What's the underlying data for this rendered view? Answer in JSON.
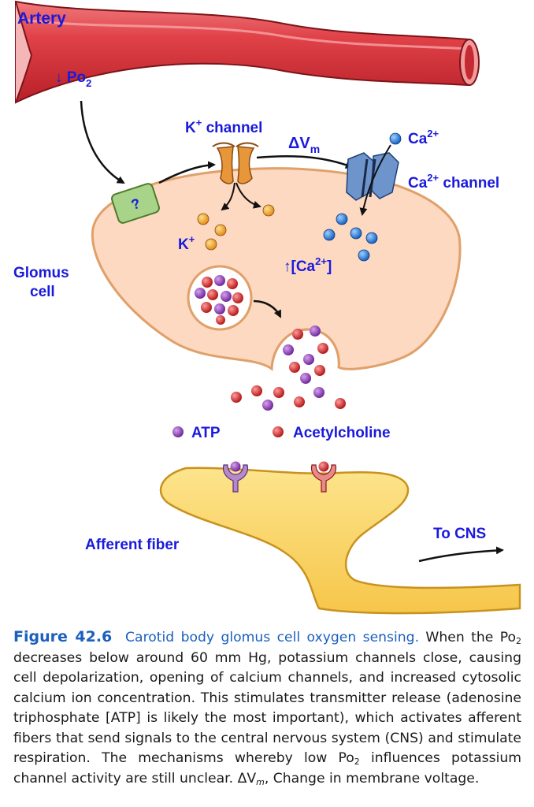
{
  "labels": {
    "artery": "Artery",
    "po2_down": "↓ Po",
    "po2_sub": "2",
    "sensor": "?",
    "k_channel": "K",
    "k_sup": "+",
    "k_channel_suffix": " channel",
    "delta_vm": "ΔV",
    "delta_vm_sub": "m",
    "ca_ion": "Ca",
    "ca_sup": "2+",
    "ca_channel": "Ca",
    "ca_channel_sup": "2+",
    "ca_channel_suffix": " channel",
    "k_ion": "K",
    "k_ion_sup": "+",
    "glomus_line1": "Glomus",
    "glomus_line2": "cell",
    "ca_conc_prefix": "↑[Ca",
    "ca_conc_sup": "2+",
    "ca_conc_suffix": "]",
    "legend_atp": "ATP",
    "legend_ach": "Acetylcholine",
    "afferent_fiber": "Afferent fiber",
    "to_cns": "To CNS"
  },
  "colors": {
    "artery": "#d9383e",
    "cell_fill": "#fcd9c0",
    "cell_stroke": "#e0a06a",
    "k_channel": "#e8963a",
    "ca_channel": "#6e94cc",
    "sensor": "#a8d48a",
    "atp": "#8a3ab0",
    "ach": "#d42a2a",
    "potassium": "#f0a020",
    "calcium": "#2a7ad8",
    "fiber": "#fbd462",
    "label": "#1a1adc",
    "caption_title": "#1b5fbf"
  },
  "caption": {
    "figure_number": "Figure 42.6",
    "title": "Carotid body glomus cell oxygen sensing.",
    "s1": " When the Po",
    "s1_sub": "2",
    "s2": " decreases below around 60 mm Hg, potassium channels close, causing cell depolarization, opening of calcium channels, and increased cytosolic calcium ion concentration. This stimulates transmitter release (adenosine triphosphate [ATP] is likely the most important), which activates afferent fibers that send signals to the central nervous system (CNS) and stimulate respiration. The mechanisms whereby low Po",
    "s2_sub": "2",
    "s3": " influences potassium channel activity are still unclear. ΔV",
    "s3_sub": "m",
    "s4": ", Change in membrane voltage."
  }
}
